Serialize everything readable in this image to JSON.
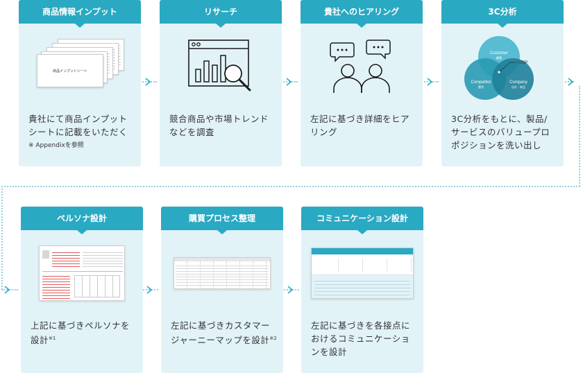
{
  "steps": [
    {
      "title": "商品情報インプット",
      "desc_lines": [
        "貴社にて商品インプット",
        "シートに記載をいただく"
      ],
      "note": "※ Appendixを参照",
      "sheet_label": "商品インプットシート"
    },
    {
      "title": "リサーチ",
      "desc_lines": [
        "競合商品や市場トレンド",
        "などを調査"
      ]
    },
    {
      "title": "貴社へのヒアリング",
      "desc_lines": [
        "左記に基づき詳細をヒア",
        "リング"
      ],
      "bubble_text": "•••"
    },
    {
      "title": "3C分析",
      "desc_lines": [
        "3C分析をもとに、製品/",
        "サービスのバリュープロ",
        "ポジションを洗い出し"
      ],
      "venn": {
        "customer": "Customer",
        "customer_sub": "顧客",
        "competitor": "Competitor",
        "competitor_sub": "競合",
        "company": "Company",
        "company_sub": "自社・商品",
        "usp": "USP"
      }
    },
    {
      "title": "ペルソナ設計",
      "desc_lines": [
        "上記に基づきペルソナを",
        "設計"
      ],
      "desc_sup": "※1"
    },
    {
      "title": "購買プロセス整理",
      "desc_lines": [
        "左記に基づきカスタマー",
        "ジャーニーマップを設計"
      ],
      "desc_sup": "※2"
    },
    {
      "title": "コミュニケーション設計",
      "desc_lines": [
        "左記に基づきを各接点に",
        "おけるコミュニケーショ",
        "ンを設計"
      ]
    }
  ],
  "colors": {
    "header": "#2aa9c3",
    "card_bg": "#e2f3f8",
    "connector": "#8fcfdd",
    "venn_top": "#4cb7cf",
    "venn_left": "#2a9ab4",
    "venn_right": "#1f8199"
  }
}
